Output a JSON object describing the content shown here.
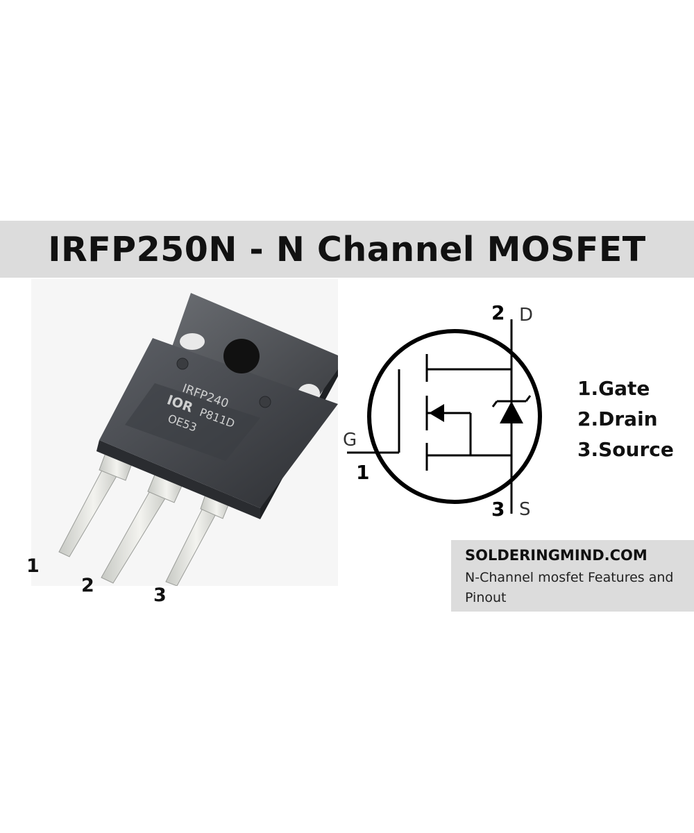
{
  "title": "IRFP250N - N Channel MOSFET",
  "photo": {
    "marking": {
      "line1": "IRFP240",
      "logo": "IOR",
      "line2": "P811D",
      "line3": "OE53"
    },
    "pins": [
      "1",
      "2",
      "3"
    ]
  },
  "symbol": {
    "drain_pin": "2",
    "drain_letter": "D",
    "gate_letter": "G",
    "gate_pin": "1",
    "source_pin": "3",
    "source_letter": "S"
  },
  "legend": [
    "1.Gate",
    "2.Drain",
    "3.Source"
  ],
  "source": {
    "site": "SOLDERINGMIND.COM",
    "description": "N-Channel mosfet Features and Pinout"
  }
}
